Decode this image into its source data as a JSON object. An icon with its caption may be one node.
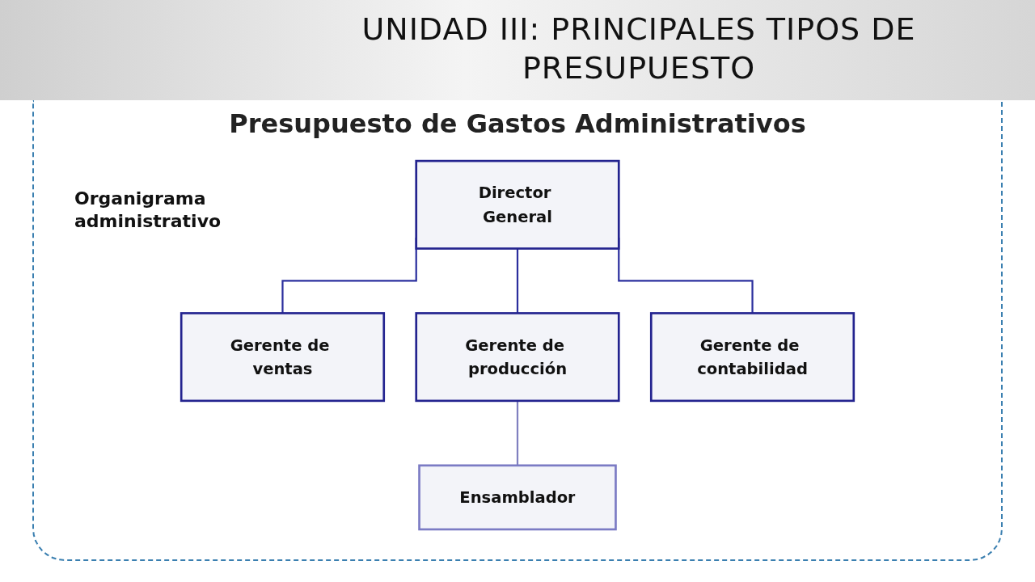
{
  "diagram": {
    "title": "UNIDAD III: PRINCIPALES TIPOS DE PRESUPUESTO",
    "nodes": [
      {
        "text": [
          "Director General"
        ]
      },
      {
        "text": [
          "Gerente de ventas"
        ]
      },
      {
        "text": [
          "Gerente de producción"
        ]
      },
      {
        "text": [
          "Gerente de contabilidad"
        ]
      },
      {
        "text": [
          "Ensamblador"
        ]
      }
    ],
    "edges": [
      {
        "from": 0,
        "to": 1,
        "arrow": "none"
      },
      {
        "from": 0,
        "to": 2,
        "arrow": "none"
      },
      {
        "from": 0,
        "to": 3,
        "arrow": "none"
      },
      {
        "from": 2,
        "to": 4,
        "arrow": "none",
        "color": "#8080c0"
      }
    ],
    "labels": [
      "Presupuesto de Gastos Administrativos",
      "Organigrama administrativo"
    ]
  }
}
